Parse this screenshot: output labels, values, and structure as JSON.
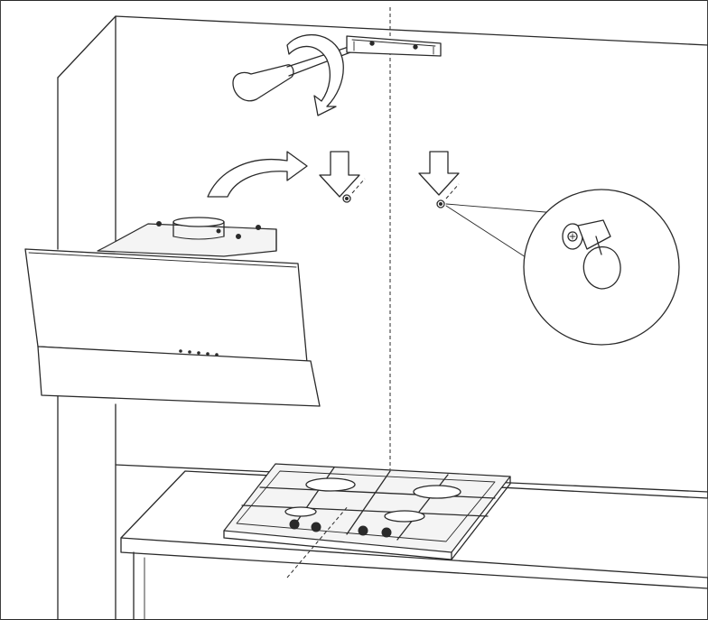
{
  "diagram": {
    "elements": [
      "wall",
      "bracket",
      "screwdriver",
      "rotation-arrow",
      "lift-arrow",
      "down-arrow-left",
      "down-arrow-right",
      "wall-plug-left",
      "wall-plug-right",
      "detail-magnifier",
      "center-line",
      "cooker-hood",
      "countertop",
      "gas-hob"
    ],
    "colors": {
      "line": "#2a2a2a",
      "background": "#ffffff",
      "fill_light": "#f4f4f4"
    }
  }
}
